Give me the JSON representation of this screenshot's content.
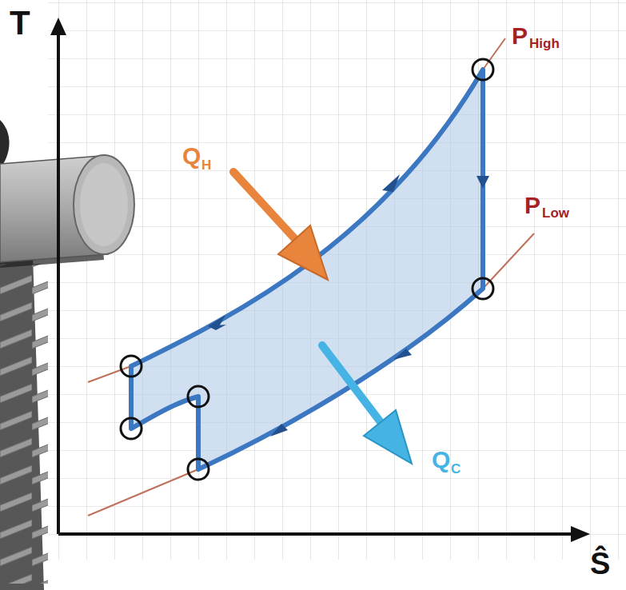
{
  "diagram": {
    "labels": [
      "T",
      "Ŝ",
      "Q",
      "H",
      "Q",
      "C",
      "P",
      "High",
      "P",
      "Low"
    ]
  }
}
